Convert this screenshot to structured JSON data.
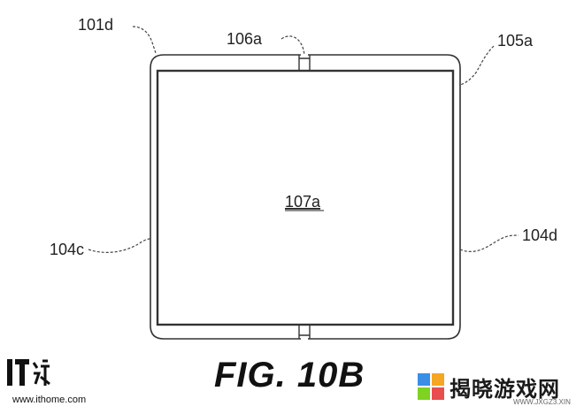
{
  "labels": {
    "device": "101d",
    "hinge": "106a",
    "frame": "105a",
    "display": "107a",
    "left_edge": "104c",
    "right_edge": "104d"
  },
  "figure_caption": "FIG. 10B",
  "watermarks": {
    "left_logo": "IT之家",
    "left_url": "www.ithome.com",
    "right_name": "揭晓游戏网",
    "right_url": "WWW.JXGZ3.XIN"
  }
}
